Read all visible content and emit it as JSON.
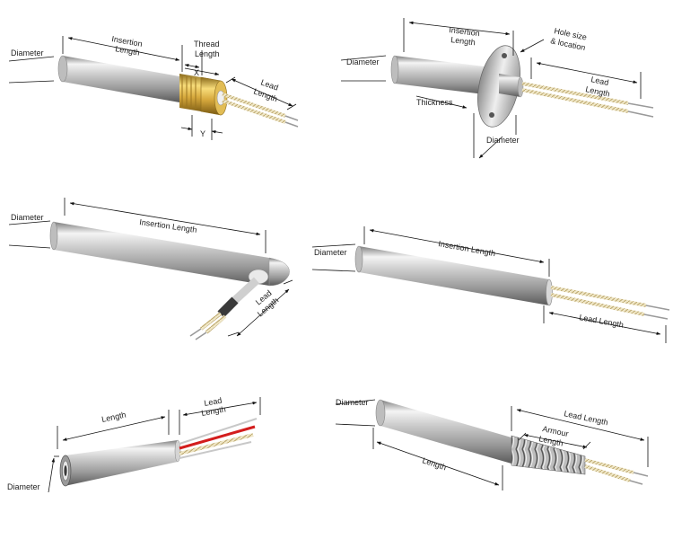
{
  "panels": {
    "threaded": {
      "diameter": "Diameter",
      "insertion_l1": "Insertion",
      "insertion_l2": "Length",
      "thread_l1": "Thread",
      "thread_l2": "Length",
      "x": "X",
      "y": "Y",
      "lead_l1": "Lead",
      "lead_l2": "Length"
    },
    "flanged": {
      "insertion_l1": "Insertion",
      "insertion_l2": "Length",
      "hole_l1": "Hole size",
      "hole_l2": "& location",
      "diameter_left": "Diameter",
      "lead_l1": "Lead",
      "lead_l2": "Length",
      "thickness": "Thickness",
      "flange_diameter": "Diameter"
    },
    "right_angle": {
      "diameter": "Diameter",
      "insertion": "Insertion Length",
      "lead_l1": "Lead",
      "lead_l2": "Length"
    },
    "straight": {
      "diameter": "Diameter",
      "insertion": "Insertion Length",
      "lead": "Lead Length"
    },
    "short": {
      "length": "Length",
      "lead_l1": "Lead",
      "lead_l2": "Length",
      "diameter": "Diameter"
    },
    "armoured": {
      "diameter": "Diameter",
      "lead": "Lead Length",
      "armour_l1": "Armour",
      "armour_l2": "Length",
      "length": "Length"
    }
  }
}
